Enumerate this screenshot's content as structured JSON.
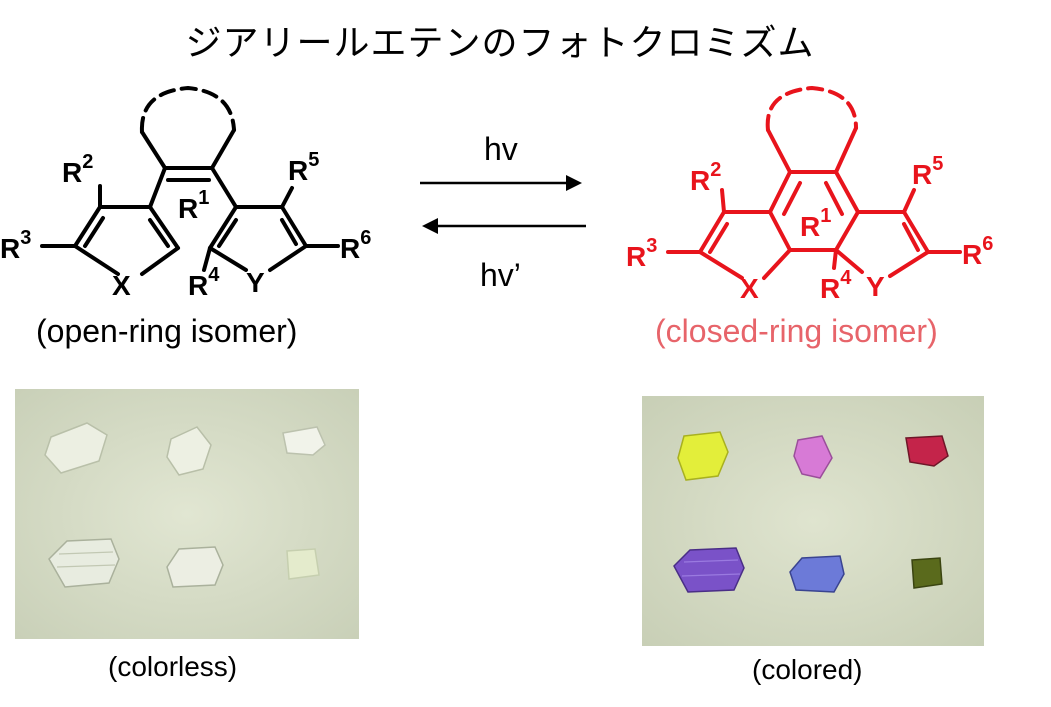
{
  "title": "ジアリールエテンのフォトクロミズム",
  "colors": {
    "open": "#000000",
    "closed": "#e8141c",
    "closed_caption": "#e7646a"
  },
  "left": {
    "caption": "(open-ring isomer)",
    "photo_caption": "(colorless)",
    "labels": {
      "R1": "R",
      "R1_sup": "1",
      "R2": "R",
      "R2_sup": "2",
      "R3": "R",
      "R3_sup": "3",
      "R4": "R",
      "R4_sup": "4",
      "R5": "R",
      "R5_sup": "5",
      "R6": "R",
      "R6_sup": "6",
      "X": "X",
      "Y": "Y"
    }
  },
  "right": {
    "caption": "(closed-ring isomer)",
    "photo_caption": "(colored)",
    "labels": {
      "R1": "R",
      "R1_sup": "1",
      "R2": "R",
      "R2_sup": "2",
      "R3": "R",
      "R3_sup": "3",
      "R4": "R",
      "R4_sup": "4",
      "R5": "R",
      "R5_sup": "5",
      "R6": "R",
      "R6_sup": "6",
      "X": "X",
      "Y": "Y"
    }
  },
  "arrows": {
    "forward": "hv",
    "reverse": "hv’"
  }
}
